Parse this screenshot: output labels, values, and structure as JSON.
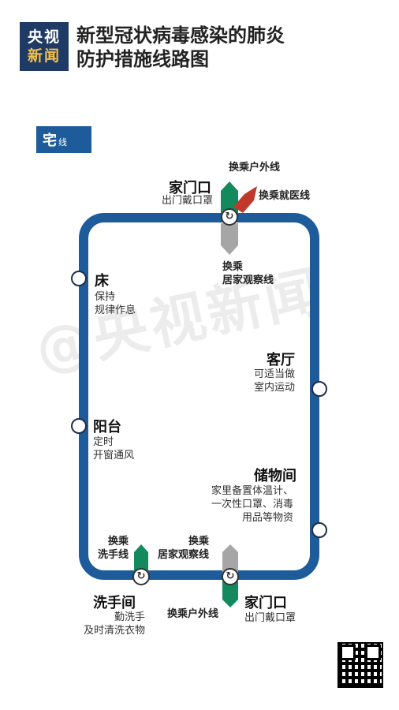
{
  "header": {
    "logo_line1": "央视",
    "logo_line2": "新闻",
    "title_line1": "新型冠状病毒感染的肺炎",
    "title_line2": "防护措施线路图"
  },
  "tag": {
    "main": "宅",
    "sub": "线"
  },
  "watermark": "@央视新闻",
  "stations": {
    "door_top": {
      "name": "家门口",
      "desc": "出门戴口罩"
    },
    "bed": {
      "name": "床",
      "desc": "保持\n规律作息"
    },
    "living_room": {
      "name": "客厅",
      "desc": "可适当做\n室内运动"
    },
    "balcony": {
      "name": "阳台",
      "desc": "定时\n开窗通风"
    },
    "storage": {
      "name": "储物间",
      "desc": "家里备置体温计、\n一次性口罩、消毒\n用品等物资"
    },
    "washroom": {
      "name": "洗手间",
      "desc": "勤洗手\n及时清洗衣物"
    },
    "door_bottom": {
      "name": "家门口",
      "desc": "出门戴口罩"
    }
  },
  "transfers": {
    "outdoor_top": "换乘户外线",
    "medical": "换乘就医线",
    "observe_top": "换乘\n居家观察线",
    "handwash": "换乘\n洗手线",
    "observe_bottom": "换乘\n居家观察线",
    "outdoor_bottom": "换乘户外线"
  },
  "colors": {
    "track": "#1d5b9b",
    "green_arrow": "#138a5e",
    "red_arrow": "#c0392b",
    "gray_arrow": "#a6a6a6",
    "logo_bg": "#1f3a64"
  },
  "icons": {
    "transfer": "transfer-cycle-icon",
    "qr": "qr-code"
  }
}
